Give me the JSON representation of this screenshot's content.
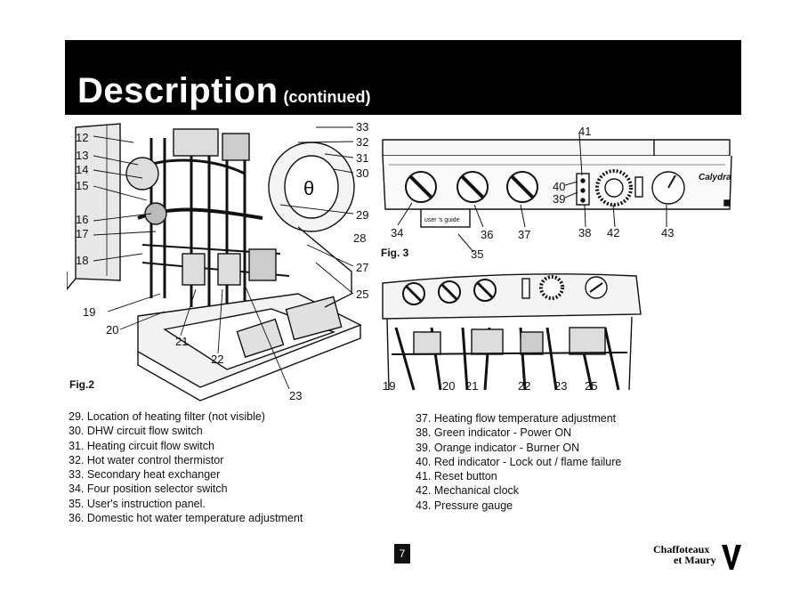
{
  "header": {
    "title": "Description",
    "subtitle": "(continued)"
  },
  "fig2": {
    "caption": "Fig.2",
    "callouts": [
      "12",
      "13",
      "14",
      "15",
      "16",
      "17",
      "18",
      "19",
      "20",
      "21",
      "22",
      "23",
      "25",
      "27",
      "28",
      "29",
      "30",
      "31",
      "32",
      "33"
    ]
  },
  "fig3": {
    "caption": "Fig. 3",
    "callouts": [
      "34",
      "35",
      "36",
      "37",
      "38",
      "39",
      "40",
      "41",
      "42",
      "43"
    ],
    "panel_brand": "Calydra",
    "guide_label": "user 's guide"
  },
  "fig_bottom": {
    "callouts": [
      "19",
      "20",
      "21",
      "22",
      "23",
      "25"
    ]
  },
  "legend_left": [
    "29. Location of heating filter (not visible)",
    "30. DHW circuit flow switch",
    "31. Heating circuit flow switch",
    "32. Hot water control thermistor",
    "33. Secondary heat exchanger",
    "34. Four position selector switch",
    "35. User's instruction panel.",
    "36. Domestic hot water temperature adjustment"
  ],
  "legend_right": [
    "37. Heating flow temperature adjustment",
    "38. Green indicator - Power ON",
    "39. Orange indicator - Burner ON",
    "40. Red indicator - Lock out / flame failure",
    "41. Reset button",
    "42. Mechanical clock",
    "43. Pressure gauge"
  ],
  "footer": {
    "page_number": "7",
    "brand_line1": "Chaffoteaux",
    "brand_line2": "et Maury"
  }
}
